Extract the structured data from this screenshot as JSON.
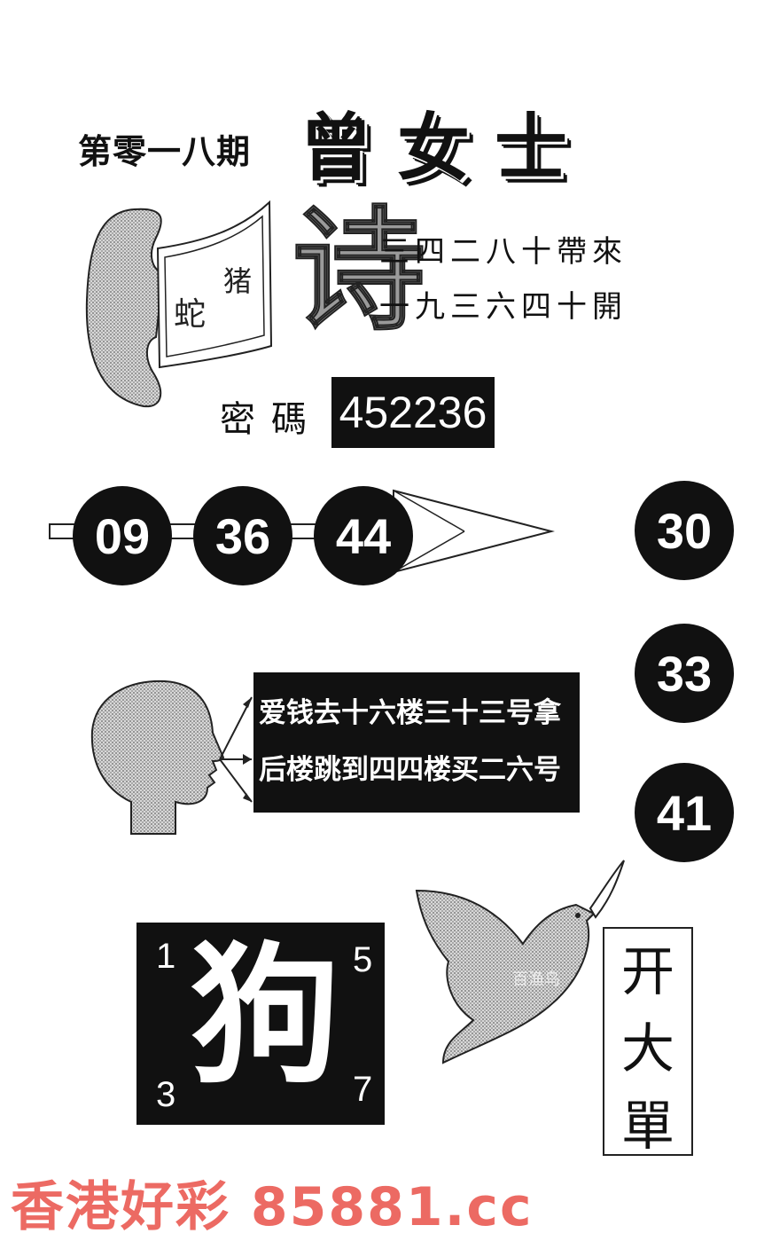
{
  "header": {
    "issue": "第零一八期",
    "brand": "曾女士"
  },
  "phone_card": {
    "top_char": "猪",
    "bottom_char": "蛇"
  },
  "poem": {
    "big_char": "诗",
    "line1": "三四二八十帶來",
    "line2": "一九三六四十開"
  },
  "code": {
    "label": "密碼",
    "value": "452236"
  },
  "balls_row": [
    "09",
    "36",
    "44"
  ],
  "balls_col": [
    "30",
    "33",
    "41"
  ],
  "message": {
    "line1": "爱钱去十六楼三十三号拿",
    "line2": "后楼跳到四四楼买二六号"
  },
  "dog_box": {
    "char": "狗",
    "n1": "1",
    "n2": "5",
    "n3": "3",
    "n4": "7"
  },
  "dove_text": "百渔鸟",
  "vertical_box": [
    "开",
    "大",
    "單"
  ],
  "watermark": "香港好彩  85881.cc"
}
